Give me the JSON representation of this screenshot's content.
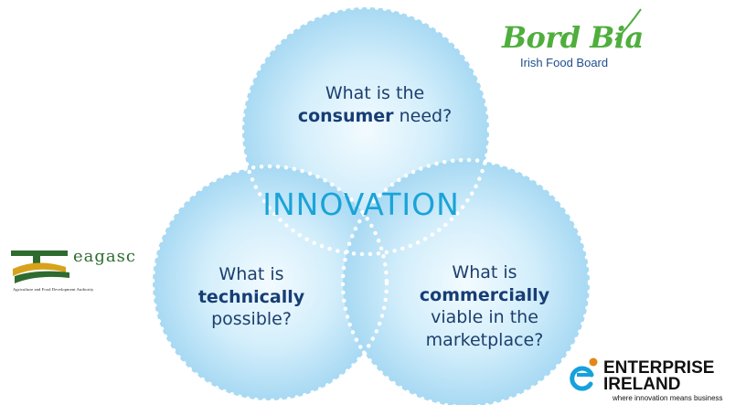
{
  "diagram": {
    "title": "INNOVATION",
    "circles": [
      {
        "id": "consumer",
        "line1": "What is the",
        "bold": "consumer",
        "rest": "need?"
      },
      {
        "id": "technical",
        "line1": "What is",
        "bold": "technically",
        "rest": "possible?"
      },
      {
        "id": "commercial",
        "line1": "What is",
        "bold": "commercially",
        "rest1": "viable in the",
        "rest2": "marketplace?"
      }
    ],
    "colors": {
      "circle_light": "#e6f5fd",
      "circle_dark": "#9fd6f2",
      "title": "#1aa3d8",
      "text": "#1d3f6e"
    }
  },
  "logos": {
    "bordbia": {
      "name": "Bord Bia",
      "subtitle": "Irish Food Board",
      "color": "#4fae3d"
    },
    "teagasc": {
      "name": "eagasc",
      "tagline": "Agriculture and Food Development Authority",
      "color": "#2f6b2f"
    },
    "enterprise_ireland": {
      "line1": "ENTERPRISE",
      "line2": "IRELAND",
      "tagline": "where innovation means business",
      "accent": "#16a1dc"
    }
  }
}
